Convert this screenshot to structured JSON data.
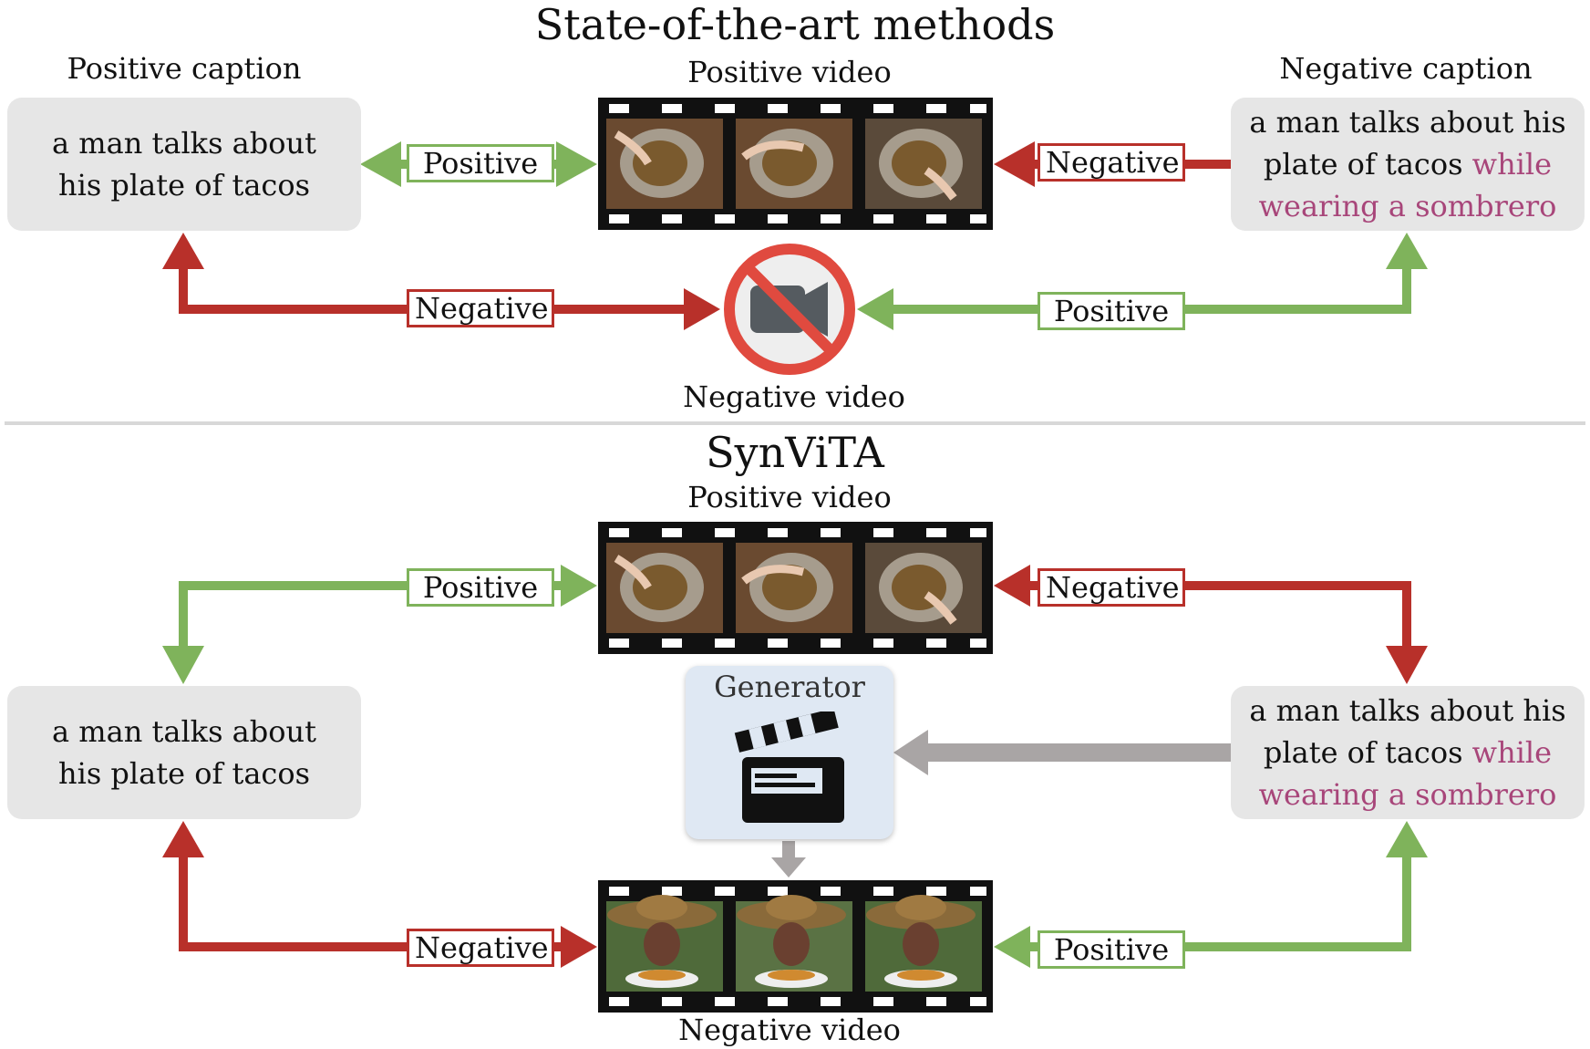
{
  "top": {
    "title": "State-of-the-art methods",
    "positive_caption_heading": "Positive caption",
    "negative_caption_heading": "Negative caption",
    "positive_video_heading": "Positive video",
    "negative_video_heading": "Negative video",
    "positive_caption_lines": [
      "a man talks about",
      "his plate of tacos"
    ],
    "negative_caption_line1": "a man talks about his",
    "negative_caption_line2_plain": "plate of tacos ",
    "negative_caption_line2_hl": "while",
    "negative_caption_line3_hl": "wearing a sombrero",
    "tags": {
      "pos_caption_to_video": "Positive",
      "neg_caption_to_video": "Negative",
      "pos_caption_to_neg_video": "Negative",
      "neg_caption_to_neg_video": "Positive"
    }
  },
  "bottom": {
    "title": "SynViTA",
    "positive_video_heading": "Positive video",
    "negative_video_heading": "Negative video",
    "generator_label": "Generator",
    "positive_caption_lines": [
      "a man talks about",
      "his plate of tacos"
    ],
    "negative_caption_line1": "a man talks about his",
    "negative_caption_line2_plain": "plate of tacos ",
    "negative_caption_line2_hl": "while",
    "negative_caption_line3_hl": "wearing a sombrero",
    "tags": {
      "pos_video_to_pos_caption": "Positive",
      "pos_video_to_neg_caption": "Negative",
      "neg_video_to_pos_caption": "Negative",
      "neg_video_to_neg_caption": "Positive"
    }
  },
  "colors": {
    "positive": "#7fb35b",
    "negative": "#b8302a",
    "highlight": "#a8467a",
    "caption_box": "#e6e6e6",
    "generator_box": "#dfe8f3",
    "gray_arrow": "#a9a5a5"
  },
  "icons": [
    "no-video-icon",
    "clapperboard-icon",
    "film-strip-icon"
  ]
}
